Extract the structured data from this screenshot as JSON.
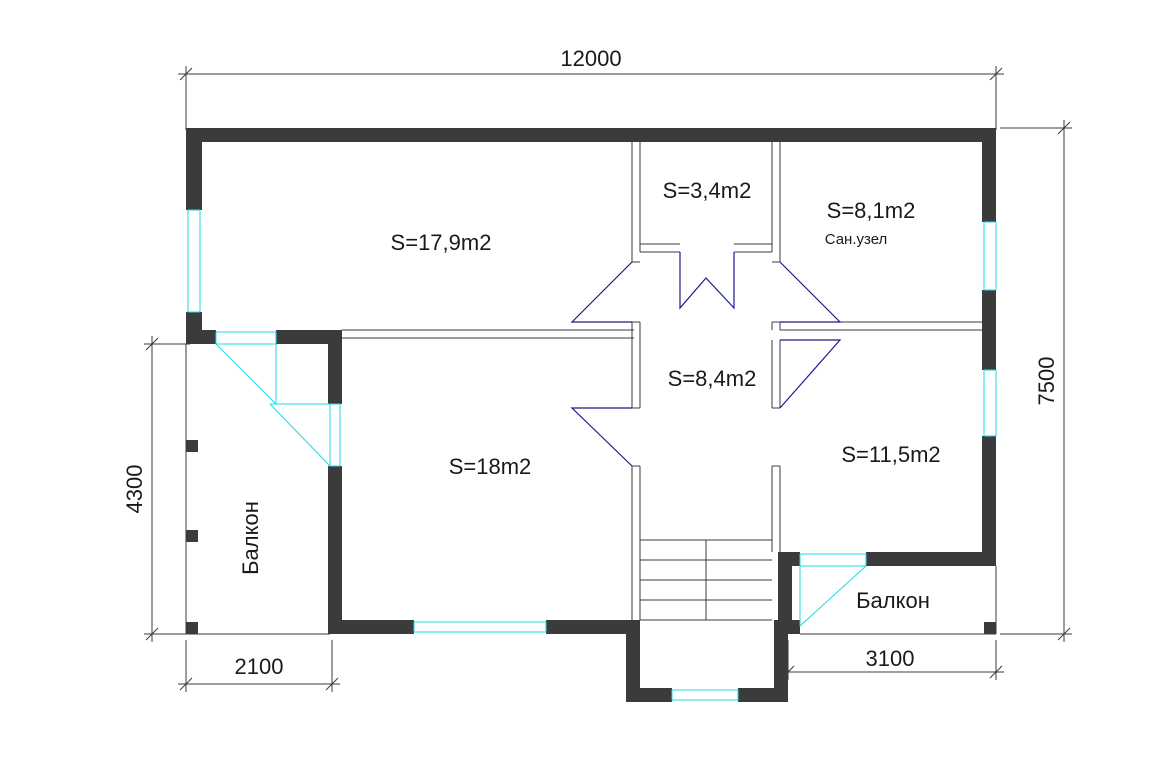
{
  "dimensions": {
    "top_width": "12000",
    "right_height": "7500",
    "left_height": "4300",
    "bottom_left": "2100",
    "bottom_right": "3100"
  },
  "rooms": [
    {
      "area": "S=17,9m2"
    },
    {
      "area": "S=3,4m2"
    },
    {
      "area": "S=8,1m2",
      "label": "Сан.узел"
    },
    {
      "area": "S=8,4m2"
    },
    {
      "area": "S=18m2"
    },
    {
      "area": "S=11,5m2"
    }
  ],
  "balconies": {
    "left": "Балкон",
    "right": "Балкон"
  },
  "colors": {
    "wall": "#3b3b3b",
    "window": "#22d8e0",
    "arch": "#1a1a8c"
  }
}
